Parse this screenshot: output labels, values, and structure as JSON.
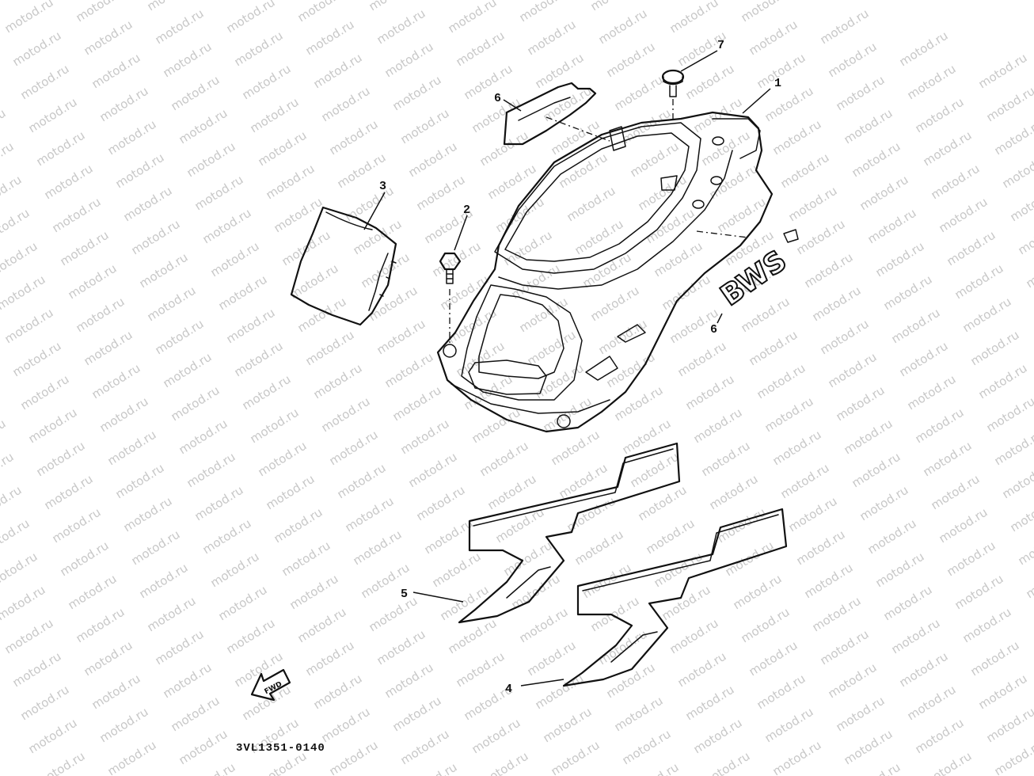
{
  "watermark": {
    "text": "motod.ru"
  },
  "diagram_code": "3VL1351-0140",
  "fwd_arrow": {
    "label": "FWD"
  },
  "decal_text": "BWS",
  "callouts": [
    {
      "id": "c1",
      "label": "1"
    },
    {
      "id": "c2",
      "label": "2"
    },
    {
      "id": "c3",
      "label": "3"
    },
    {
      "id": "c4",
      "label": "4"
    },
    {
      "id": "c5",
      "label": "5"
    },
    {
      "id": "c6a",
      "label": "6"
    },
    {
      "id": "c6b",
      "label": "6"
    },
    {
      "id": "c7",
      "label": "7"
    }
  ]
}
